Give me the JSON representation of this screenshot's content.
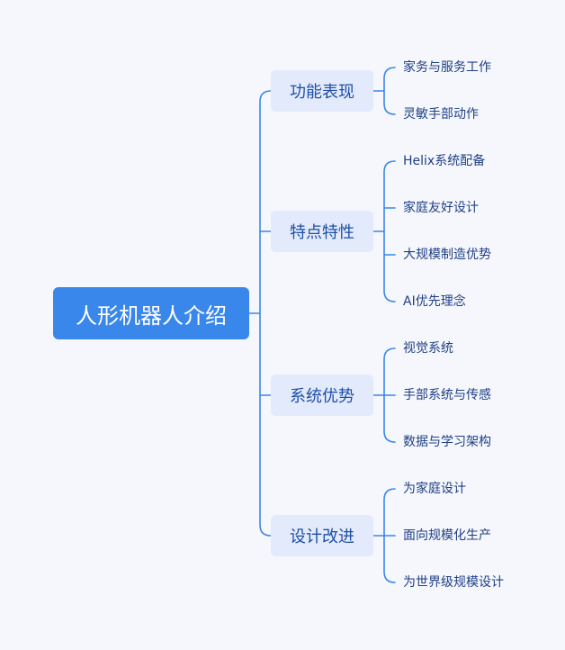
{
  "root": {
    "label": "人形机器人介绍"
  },
  "branches": [
    {
      "label": "功能表现",
      "children": [
        "家务与服务工作",
        "灵敏手部动作"
      ]
    },
    {
      "label": "特点特性",
      "children": [
        "Helix系统配备",
        "家庭友好设计",
        "大规模制造优势",
        "AI优先理念"
      ]
    },
    {
      "label": "系统优势",
      "children": [
        "视觉系统",
        "手部系统与传感",
        "数据与学习架构"
      ]
    },
    {
      "label": "设计改进",
      "children": [
        "为家庭设计",
        "面向规模化生产",
        "为世界级规模设计"
      ]
    }
  ],
  "colors": {
    "background": "#f5f7fc",
    "root_fill": "#3a87ec",
    "root_text": "#ffffff",
    "branch_fill": "#e3eafb",
    "branch_text": "#1d4fa8",
    "leaf_text": "#1f3f86",
    "connector": "#3a87ec"
  }
}
